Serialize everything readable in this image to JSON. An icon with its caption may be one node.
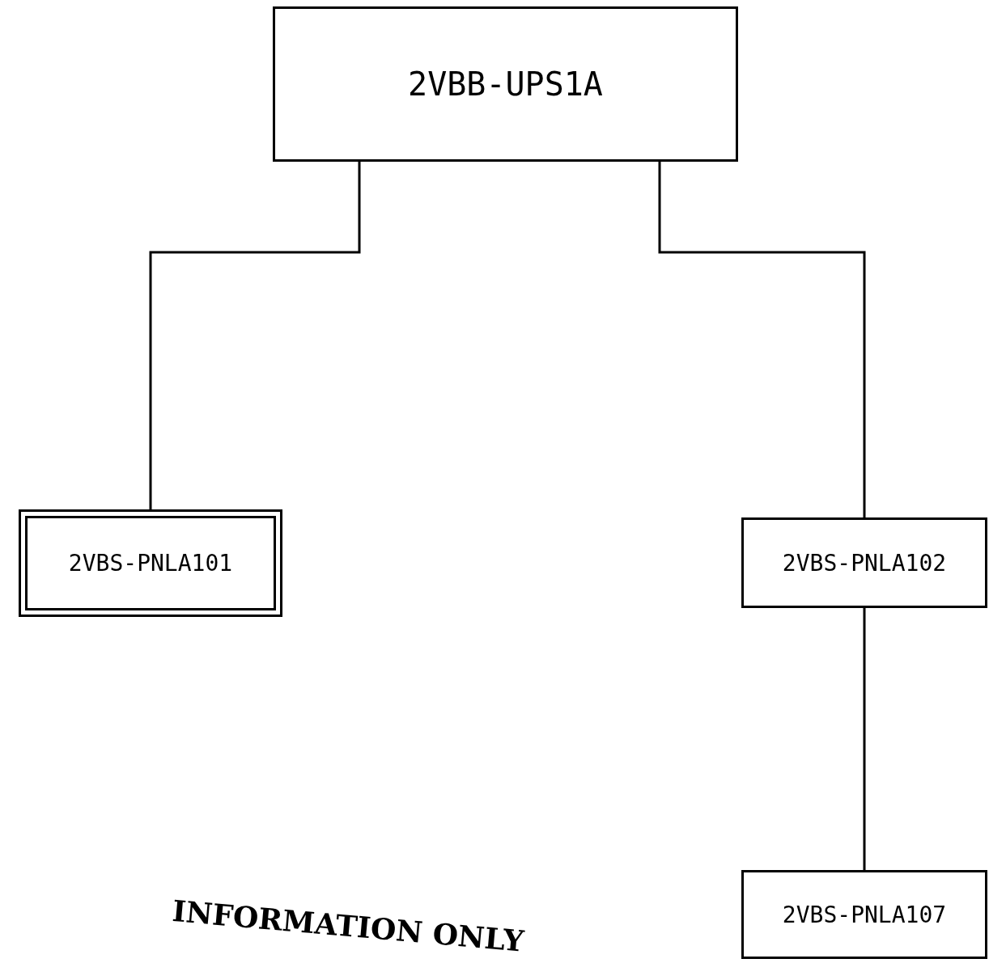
{
  "diagram": {
    "nodes": [
      {
        "text": [
          "2VBB-UPS1A"
        ]
      },
      {
        "text": [
          "2VBS-PNLA101"
        ]
      },
      {
        "text": [
          "2VBS-PNLA102"
        ]
      },
      {
        "text": [
          "2VBS-PNLA107"
        ]
      }
    ],
    "edges": [
      {
        "from": 0,
        "to": 1,
        "arrow": "none"
      },
      {
        "from": 0,
        "to": 2,
        "arrow": "none"
      },
      {
        "from": 2,
        "to": 3,
        "arrow": "none"
      }
    ],
    "labels": [
      "INFORMATION ONLY"
    ]
  }
}
